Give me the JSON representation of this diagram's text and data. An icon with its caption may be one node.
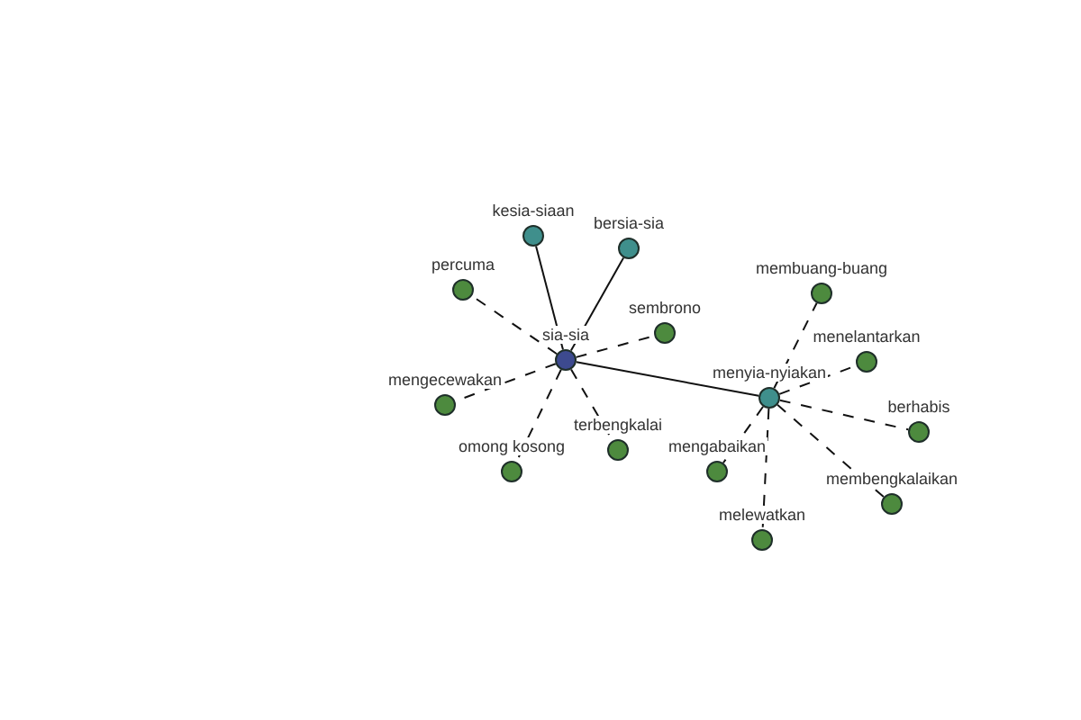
{
  "diagram": {
    "nodes": [
      {
        "text": [
          "sia-sia"
        ]
      },
      {
        "text": [
          "kesia-siaan"
        ]
      },
      {
        "text": [
          "bersia-sia"
        ]
      },
      {
        "text": [
          "percuma"
        ]
      },
      {
        "text": [
          "sembrono"
        ]
      },
      {
        "text": [
          "mengecewakan"
        ]
      },
      {
        "text": [
          "omong kosong"
        ]
      },
      {
        "text": [
          "terbengkalai"
        ]
      },
      {
        "text": [
          "menyia-nyiakan"
        ]
      },
      {
        "text": [
          "membuang-buang"
        ]
      },
      {
        "text": [
          "menelantarkan"
        ]
      },
      {
        "text": [
          "berhabis"
        ]
      },
      {
        "text": [
          "membengkalaikan"
        ]
      },
      {
        "text": [
          "mengabaikan"
        ]
      },
      {
        "text": [
          "melewatkan"
        ]
      }
    ],
    "edges": [
      {
        "from": 0,
        "to": 1,
        "arrow": "none"
      },
      {
        "from": 0,
        "to": 2,
        "arrow": "none"
      },
      {
        "from": 0,
        "to": 3,
        "arrow": "none",
        "style": "dashed"
      },
      {
        "from": 0,
        "to": 4,
        "arrow": "none",
        "style": "dashed"
      },
      {
        "from": 0,
        "to": 5,
        "arrow": "none",
        "style": "dashed"
      },
      {
        "from": 0,
        "to": 6,
        "arrow": "none",
        "style": "dashed"
      },
      {
        "from": 0,
        "to": 7,
        "arrow": "none",
        "style": "dashed"
      },
      {
        "from": 0,
        "to": 8,
        "arrow": "none"
      },
      {
        "from": 8,
        "to": 9,
        "arrow": "none",
        "style": "dashed"
      },
      {
        "from": 8,
        "to": 10,
        "arrow": "none",
        "style": "dashed"
      },
      {
        "from": 8,
        "to": 11,
        "arrow": "none",
        "style": "dashed"
      },
      {
        "from": 8,
        "to": 12,
        "arrow": "none",
        "style": "dashed"
      },
      {
        "from": 8,
        "to": 13,
        "arrow": "none",
        "style": "dashed"
      },
      {
        "from": 8,
        "to": 14,
        "arrow": "none",
        "style": "dashed"
      }
    ]
  }
}
